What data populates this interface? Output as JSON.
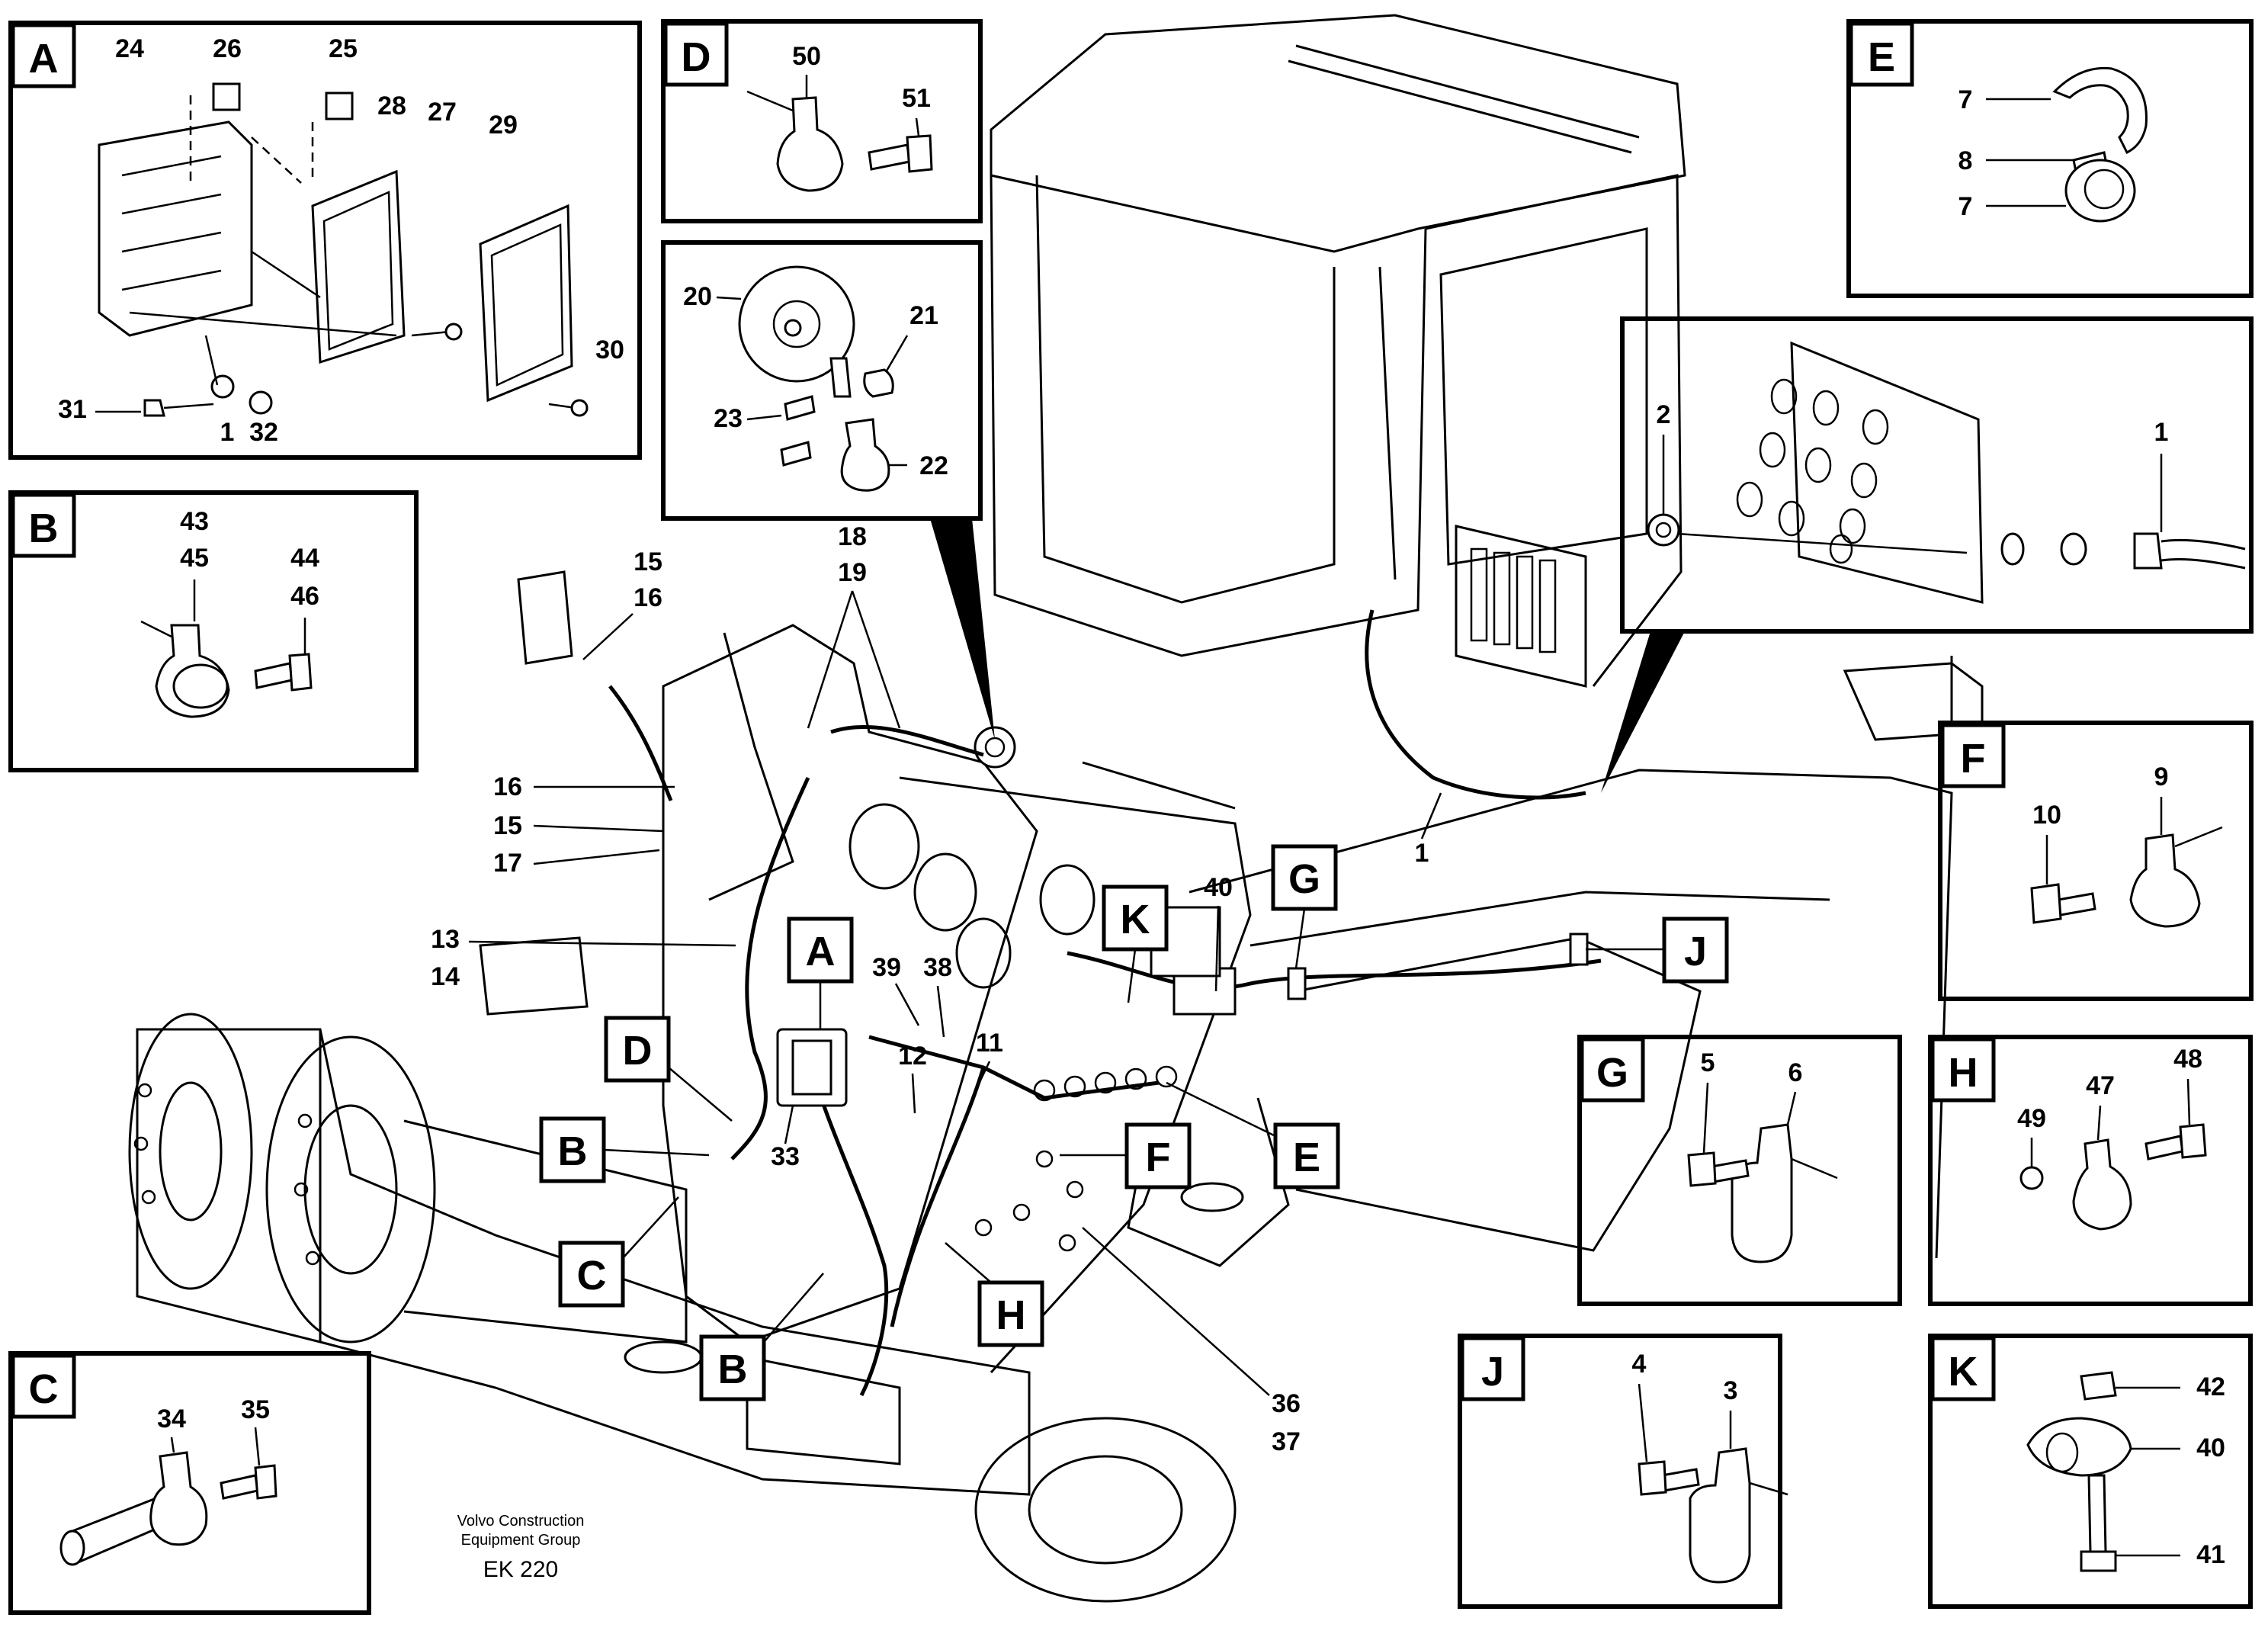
{
  "detail_letters": {
    "A": "A",
    "B": "B",
    "C": "C",
    "D": "D",
    "E": "E",
    "F": "F",
    "G": "G",
    "H": "H",
    "J": "J",
    "K": "K"
  },
  "numbers": {
    "n1": "1",
    "n2": "2",
    "n3": "3",
    "n4": "4",
    "n5": "5",
    "n6": "6",
    "n7": "7",
    "n8": "8",
    "n9": "9",
    "n10": "10",
    "n11": "11",
    "n12": "12",
    "n13": "13",
    "n14": "14",
    "n15": "15",
    "n16": "16",
    "n17": "17",
    "n18": "18",
    "n19": "19",
    "n20": "20",
    "n21": "21",
    "n22": "22",
    "n23": "23",
    "n24": "24",
    "n25": "25",
    "n26": "26",
    "n27": "27",
    "n28": "28",
    "n29": "29",
    "n30": "30",
    "n31": "31",
    "n32": "32",
    "n33": "33",
    "n34": "34",
    "n35": "35",
    "n36": "36",
    "n37": "37",
    "n38": "38",
    "n39": "39",
    "n40": "40",
    "n41": "41",
    "n42": "42",
    "n43": "43",
    "n44": "44",
    "n45": "45",
    "n46": "46",
    "n47": "47",
    "n48": "48",
    "n49": "49",
    "n50": "50",
    "n51": "51"
  },
  "credit": {
    "line1": "Volvo Construction",
    "line2": "Equipment Group",
    "code": "EK 220"
  },
  "colors": {
    "ink": "#000000",
    "paper": "#ffffff"
  }
}
